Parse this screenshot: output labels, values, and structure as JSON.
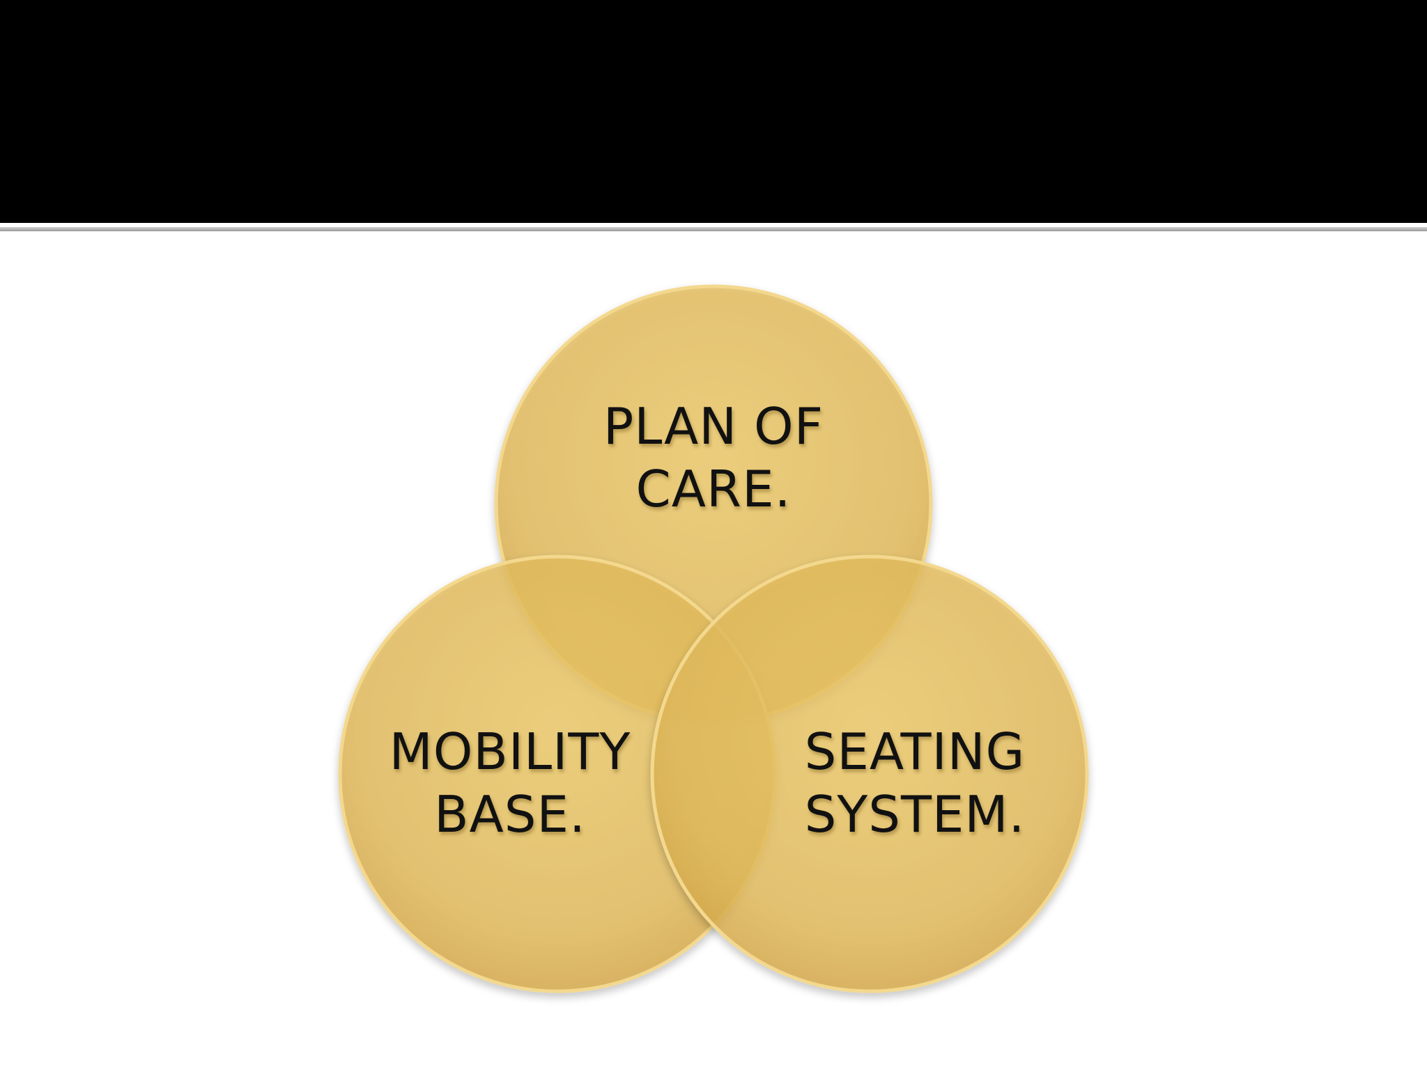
{
  "slide": {
    "header_color": "#000000",
    "background_color": "#ffffff"
  },
  "venn": {
    "fill_color": "#e7b73a",
    "overlap_color": "#d9a21a",
    "circles": [
      {
        "id": "top",
        "line1": "PLAN OF",
        "line2": "CARE."
      },
      {
        "id": "left",
        "line1": "MOBILITY",
        "line2": "BASE."
      },
      {
        "id": "right",
        "line1": "SEATING",
        "line2": "SYSTEM."
      }
    ]
  }
}
